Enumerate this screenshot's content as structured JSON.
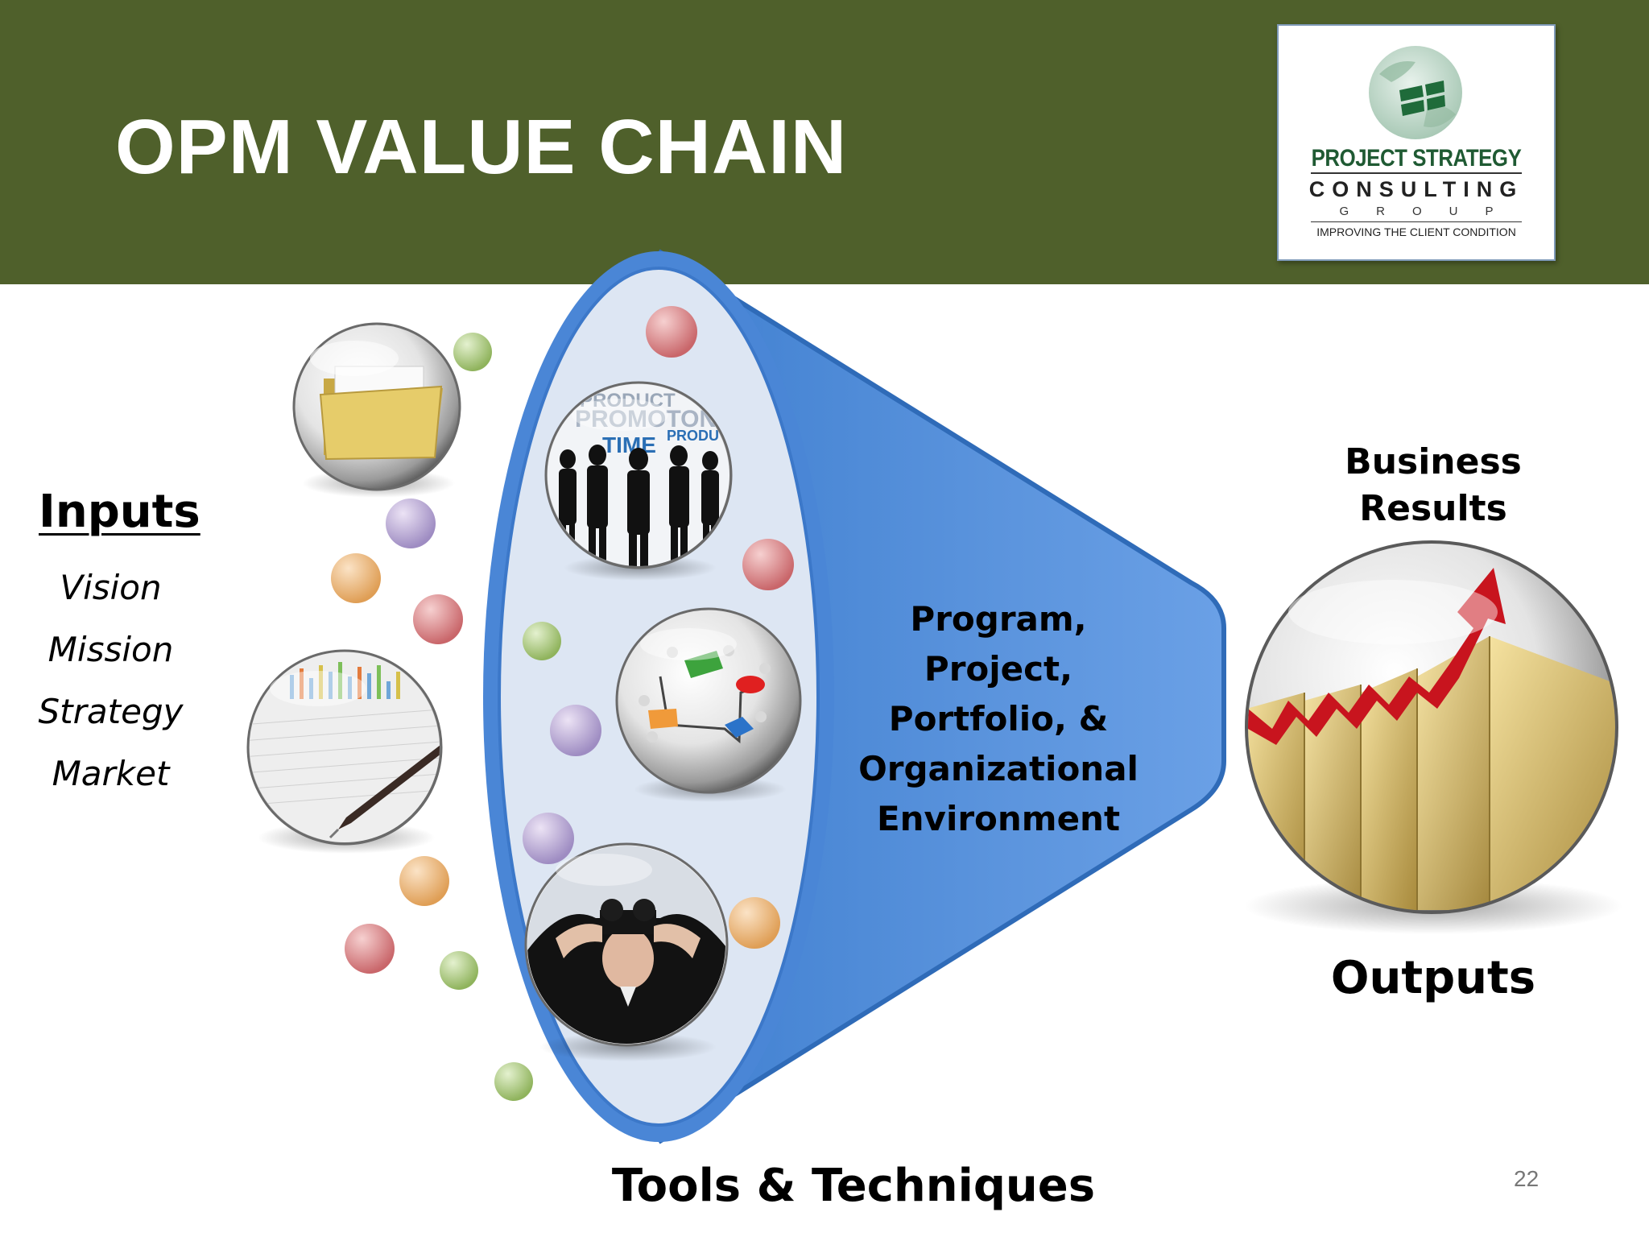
{
  "slide": {
    "title": "OPM VALUE CHAIN",
    "page_number": "22"
  },
  "logo": {
    "line1": "PROJECT STRATEGY",
    "line2": "CONSULTING",
    "line3": "GROUP",
    "tagline": "IMPROVING THE CLIENT CONDITION"
  },
  "inputs": {
    "heading": "Inputs",
    "items": [
      "Vision",
      "Mission",
      "Strategy",
      "Market"
    ]
  },
  "funnel": {
    "label": "Program, Project, Portfolio, & Organizational Environment",
    "footer": "Tools & Techniques",
    "image_words": [
      "PRODUCT",
      "PROMOTON",
      "TIME",
      "PRODU"
    ]
  },
  "outputs": {
    "results_label": "Business Results",
    "heading": "Outputs"
  },
  "colors": {
    "header": "#4f602b",
    "funnel": "#5b94dd",
    "funnel_inner": "#dde6f3"
  }
}
